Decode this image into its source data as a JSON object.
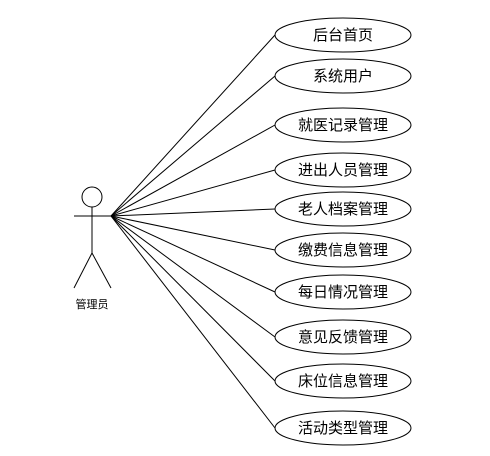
{
  "actor": {
    "label": "管理员"
  },
  "use_cases": [
    {
      "label": "后台首页"
    },
    {
      "label": "系统用户"
    },
    {
      "label": "就医记录管理"
    },
    {
      "label": "进出人员管理"
    },
    {
      "label": "老人档案管理"
    },
    {
      "label": "缴费信息管理"
    },
    {
      "label": "每日情况管理"
    },
    {
      "label": "意见反馈管理"
    },
    {
      "label": "床位信息管理"
    },
    {
      "label": "活动类型管理"
    }
  ]
}
